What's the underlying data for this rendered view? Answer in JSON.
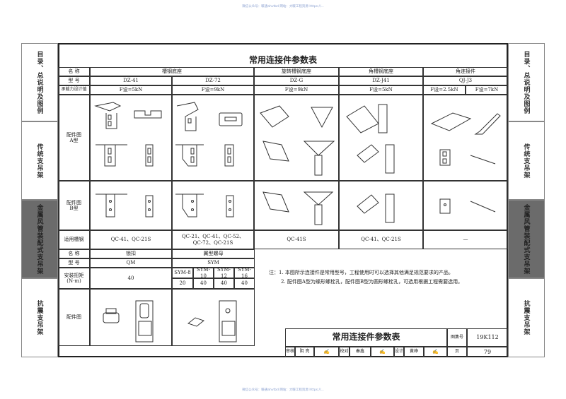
{
  "watermark_top": "微信公众号：暖通ahvtbd   网站：大暖工程资源 https://...",
  "watermark_bottom": "微信公众号：暖通ahvtbd   网站：大暖工程资源 https://...",
  "side_tabs": [
    {
      "label": "目录、总说明及图例",
      "active": false
    },
    {
      "label": "传统支吊架",
      "active": false
    },
    {
      "label": "金属风管装配式支吊架",
      "active": true
    },
    {
      "label": "抗震支吊架",
      "active": false
    }
  ],
  "active_tab_color": "#6b6b6b",
  "table": {
    "title": "常用连接件参数表",
    "row_labels": {
      "name": "名  称",
      "type": "型  号",
      "load": "承载力设计值",
      "fig_a": "配件图\nA型",
      "fig_b": "配件图\nB型",
      "channel": "适用槽钢"
    },
    "groups": [
      "槽钢底座",
      "旋转槽钢底座",
      "角槽钢底座",
      "角连接件"
    ],
    "models": [
      "DZ-41",
      "DZ-72",
      "DZ-G",
      "DZ-J41",
      "QJ-J3"
    ],
    "loads": [
      "F设=5kN",
      "F设=9kN",
      "F设=9kN",
      "F设=5kN",
      "F设=2.5kN",
      "F设=7kN"
    ],
    "channels": [
      "QC-41、QC-21S",
      "QC-21、QC-41、QC-52、\nQC-72、QC-21S",
      "QC-41S",
      "QC-41、QC-21S",
      "—"
    ]
  },
  "lower_table": {
    "row_labels": {
      "name": "名  称",
      "type": "型  号",
      "torque": "安装扭矩\n(N·m)",
      "fig": "配件图"
    },
    "names": [
      "锁扣",
      "翼型螺母"
    ],
    "types": [
      "QM",
      "SYM"
    ],
    "qm_torque": "40",
    "sym_sizes": [
      "SYM-8",
      "SYM-10",
      "SYM-12",
      "SYM-16"
    ],
    "sym_torques": [
      "20",
      "40",
      "40",
      "40"
    ]
  },
  "notes": [
    "注：1. 本图所示连接件是常用型号，工程使用时可以选择其他满足规范要求的产品。",
    "2. 配件图A型为蝶形螺栓孔，配件图B型为圆形螺栓孔，可选用根据工程需要选用。"
  ],
  "title_block": {
    "title": "常用连接件参数表",
    "atlas_label": "图集号",
    "atlas_no": "19K112",
    "review_label": "审核",
    "reviewer": "阴 亮",
    "check_label": "校对",
    "checker": "秦鑫",
    "design_label": "设计",
    "designer": "黄峥",
    "page_label": "页",
    "page_no": "79"
  }
}
